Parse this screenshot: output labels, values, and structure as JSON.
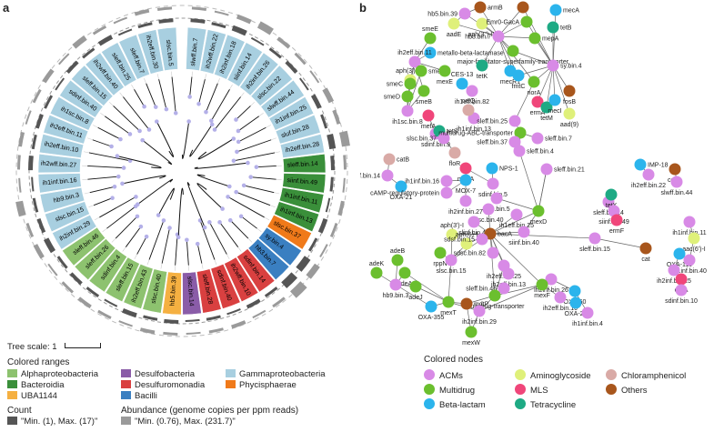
{
  "panel_a": {
    "letter": "a",
    "leaf_labels": [
      "slwff.bin.7",
      "ih2wff.bin.22",
      "ih2inf.bin.18",
      "siinf.bin.14",
      "ih2inf.bin.26",
      "slsc.bin.22",
      "slwff.bin.44",
      "ih1inf.bin.25",
      "sluf.bin.28",
      "ih2eff.bin.28",
      "sleff.bin.14",
      "siinf.bin.49",
      "ih1inf.bin.11",
      "ih1inf.bin.13",
      "slsc.bin.37",
      "sy.bin.4",
      "hb3.bin.7",
      "sdinf.bin.14",
      "ih2wff.bin.10",
      "sdinf.bin.40",
      "sleff.bin.28",
      "slsc.bin.14",
      "hb5.bin.39",
      "slsc.bin.40",
      "ih2eff.bin.43",
      "sleff.bin.15",
      "sdinf.bin.4",
      "sleff.bin.26",
      "sleff.bin.46",
      "ih2inf.bin.29",
      "slsc.bin.15",
      "hb9.bin.3",
      "ih1inf.bin.16",
      "ih2wff.bin.27",
      "ih2eff.bin.10",
      "ih2eff.bin.11",
      "ih1sc.bin.8",
      "sdinf.bin.40",
      "sleff.bin.15",
      "ih2wff.bin.40",
      "sleff.bin.25",
      "sleff.bin.7",
      "ih2eff.bin.30",
      "slsc.bin.5"
    ],
    "tree_scale_label": "Tree scale: 1"
  },
  "legend_a": {
    "ranges_title": "Colored ranges",
    "ranges": [
      {
        "label": "Alphaproteobacteria",
        "color": "#8dc26f"
      },
      {
        "label": "Bacteroidia",
        "color": "#3a8f3a"
      },
      {
        "label": "UBA1144",
        "color": "#f5b041"
      },
      {
        "label": "Desulfobacteria",
        "color": "#8a5ca8"
      },
      {
        "label": "Desulfuromonadia",
        "color": "#d94040"
      },
      {
        "label": "Bacilli",
        "color": "#3a7fc1"
      },
      {
        "label": "Gammaproteobacteria",
        "color": "#a8cfe0"
      },
      {
        "label": "Phycisphaerae",
        "color": "#f07a1a"
      }
    ],
    "count_title": "Count",
    "count_text": "\"Min. (1), Max. (17)\"",
    "abundance_title": "Abundance (genome copies per ppm reads)",
    "abundance_text": "\"Min. (0.76), Max. (231.7)\""
  },
  "panel_b": {
    "letter": "b",
    "node_labels": {
      "n1": "smeE",
      "n2": "metallo-beta-lactamase",
      "n3": "ih2eff.bin.11",
      "n4": "aph(3')-IIb",
      "n5": "smeF",
      "n6": "mexE",
      "n7": "smeC",
      "n8": "smeB",
      "n9": "smeD",
      "n10": "ih1sc.bin.8",
      "n11": "armB",
      "n12": "hb5.bin.39",
      "n13": "aadE",
      "n14": "aph(3'')-III",
      "n15": "hb3.bin.7",
      "n16": "AnR",
      "n17": "Emr0-GacA",
      "n18": "mecA",
      "n19": "tetB",
      "n20": "mepA",
      "n21": "major-facilitator-superfamily-transporter",
      "n22": "sy.bin.4",
      "n23": "tetK",
      "n24": "mecR1",
      "n25": "fmtC",
      "n26": "norA",
      "n27": "fosB",
      "n28": "ermA",
      "n29": "tetM",
      "n30": "mecI",
      "n31": "aad(9)",
      "n32": "CES-13",
      "n33": "ih1eff.bin.82",
      "n34": "ih1inf.bin.13",
      "n35": "mefA",
      "n36": "catQ",
      "n37": "sdinf.bin.9",
      "n38": "tetS",
      "n39": "slsc.bin.37",
      "n40": "floR",
      "n41": "sleff.bin.25",
      "n42": "multidrug-ABC-transporter",
      "n43": "sleff.bin.37",
      "n44": "sleff.bin.7",
      "n45": "sleff.bin.4",
      "n46": "catB",
      "n47": "sdinf.bin.14",
      "n48": "OXA-21",
      "n49": "mphA",
      "n50": "NPS-1",
      "n51": "ih1inf.bin.16",
      "n52": "MOX-7",
      "n53": "sdinf.bin.5",
      "n54": "cAMP-regulatory-protein",
      "n55": "ih2inf.bin.27",
      "n56": "slsc.bin.5",
      "n57": "sleff.bin.21",
      "n58": "IMP-18",
      "n59": "ih2eff.bin.22",
      "n60": "cepA",
      "n61": "slwff.bin.44",
      "n62": "slsc.bin.40",
      "n63": "ih1eff.bin.25",
      "n64": "sleff.bin.14",
      "n65": "tetX",
      "n66": "siinf.bin.49",
      "n67": "ermF",
      "n68": "mexD",
      "n69": "slinf.bin.43",
      "n70": "bacA",
      "n71": "siinf.bin.40",
      "n72": "sleff.bin.15",
      "n73": "aph(3')-I",
      "n74": "aph(6)-I",
      "n75": "sdsf.bin.15",
      "n76": "sdsc.bin.82",
      "n77": "cat",
      "n78": "ih1inf.bin.11",
      "n79": "aac(6')-I",
      "n80": "OXA-119",
      "n81": "ih1inf.bin.40",
      "n82": "ih2inf.bin.25",
      "n83": "ereA",
      "n84": "sdinf.bin.10",
      "n85": "adeB",
      "n86": "adeK",
      "n87": "adeA",
      "n88": "hb9.bin.3",
      "n89": "adeJ",
      "n90": "OXA-355",
      "n91": "rppN",
      "n92": "slsc.bin.15",
      "n93": "ih2eff.bin.25",
      "n94": "ih2eff.bin.13",
      "n95": "ih2inf.bin.26",
      "n96": "OXA-60",
      "n97": "sleff.bin.46",
      "n98": "mexF",
      "n99": "multidrug-transporter",
      "n100": "ih2eff.bin.10",
      "n101": "OXA-22",
      "n102": "ih1inf.bin.4",
      "n103": "mexT",
      "n104": "mdtP",
      "n105": "ih2inf.bin.29",
      "n106": "mexW"
    }
  },
  "legend_b": {
    "title": "Colored nodes",
    "items": [
      {
        "label": "ACMs",
        "color": "#d88ae6"
      },
      {
        "label": "Aminoglycoside",
        "color": "#dff07a"
      },
      {
        "label": "Chloramphenicol",
        "color": "#d9aaa6"
      },
      {
        "label": "Multidrug",
        "color": "#6bbf2e"
      },
      {
        "label": "MLS",
        "color": "#f0467a"
      },
      {
        "label": "Others",
        "color": "#a8561c"
      },
      {
        "label": "Beta-lactam",
        "color": "#2bb4ec"
      },
      {
        "label": "Tetracycline",
        "color": "#1eaa84"
      }
    ]
  }
}
